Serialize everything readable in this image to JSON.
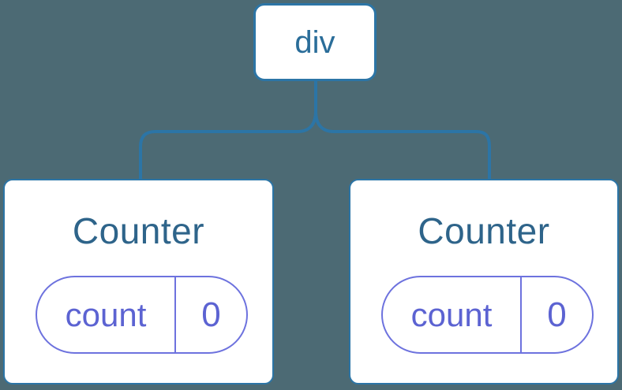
{
  "diagram": {
    "root": {
      "label": "div"
    },
    "children": [
      {
        "title": "Counter",
        "state": {
          "key": "count",
          "value": "0"
        }
      },
      {
        "title": "Counter",
        "state": {
          "key": "count",
          "value": "0"
        }
      }
    ],
    "colors": {
      "background": "#4c6a74",
      "connector_blue": "#2c75a6",
      "node_background": "#ffffff",
      "root_text_blue": "#2a6d99",
      "counter_title_blue": "#2e648a",
      "state_border_purple": "#6d72de",
      "state_text_purple": "#5c63d2"
    }
  }
}
